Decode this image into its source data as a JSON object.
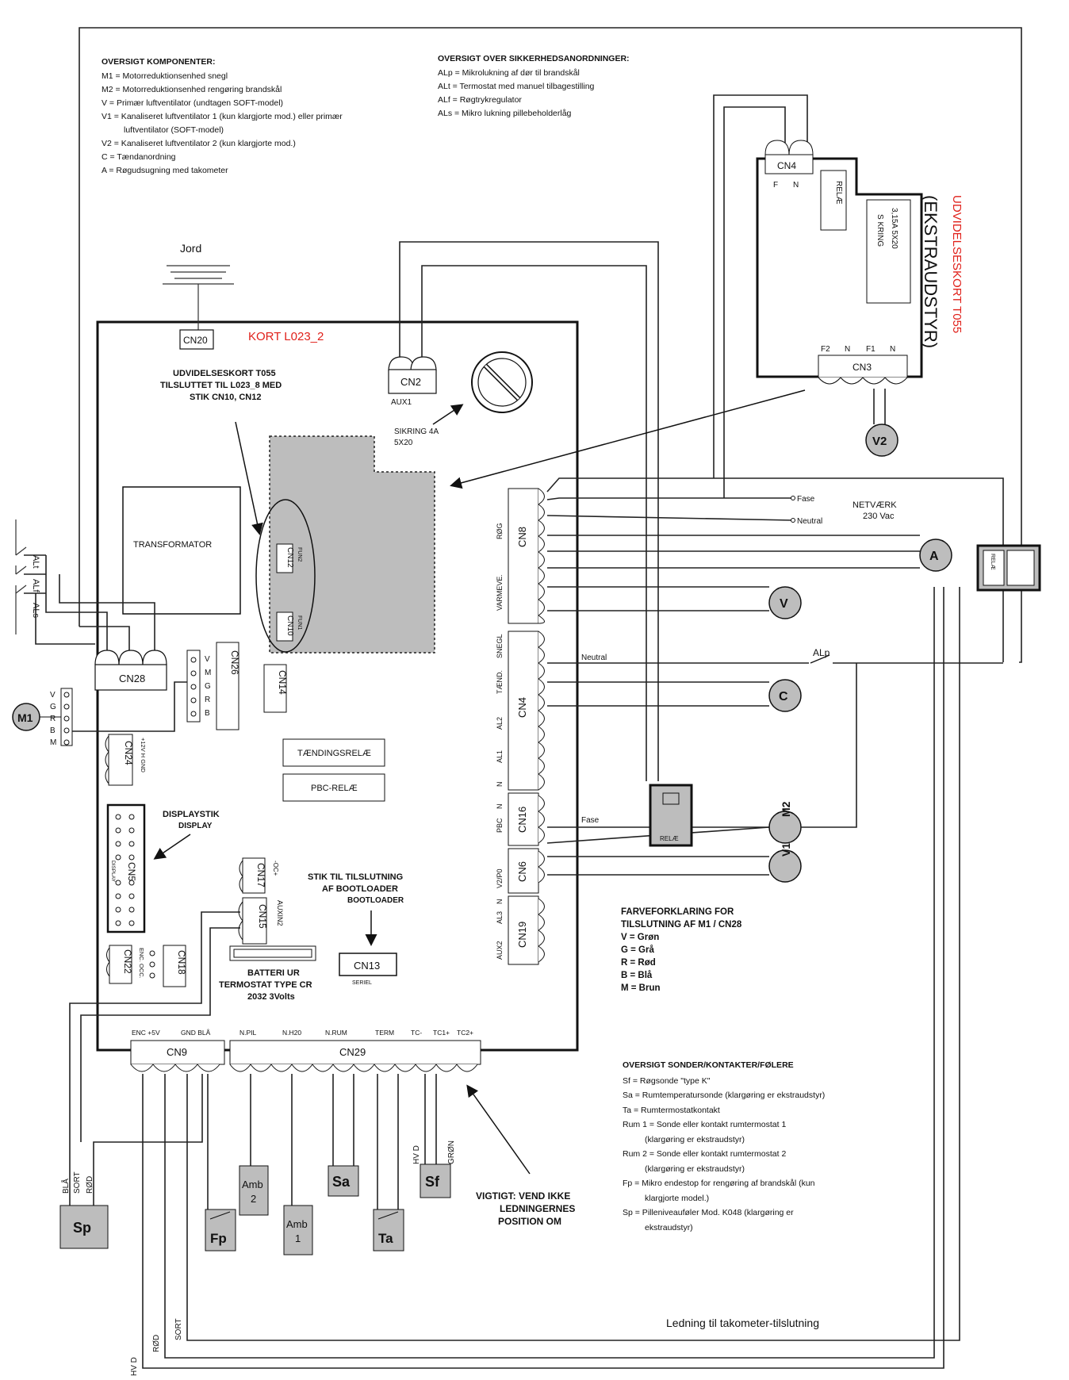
{
  "legend_components": {
    "title": "OVERSIGT KOMPONENTER:",
    "items": [
      "M1 = Motorreduktionsenhed snegl",
      "M2 = Motorreduktionsenhed rengøring brandskål",
      "V = Primær luftventilator (undtagen SOFT-model)",
      "V1 = Kanaliseret luftventilator 1 (kun klargjorte mod.) eller primær",
      "luftventilator (SOFT-model)",
      "V2 = Kanaliseret luftventilator 2 (kun klargjorte mod.)",
      "C = Tændanordning",
      "A = Røgudsugning med takometer"
    ]
  },
  "legend_safety": {
    "title": "OVERSIGT OVER SIKKERHEDSANORDNINGER:",
    "items": [
      "ALp = Mikrolukning af dør til brandskål",
      "ALt = Termostat med manuel tilbagestilling",
      "ALf = Røgtrykregulator",
      "ALs = Mikro lukning pillebeholderlåg"
    ]
  },
  "legend_colors": {
    "title1": "FARVEFORKLARING FOR",
    "title2": "TILSLUTNING AF M1 / CN28",
    "items": [
      "V = Grøn",
      "G = Grå",
      "R = Rød",
      "B = Blå",
      "M = Brun"
    ]
  },
  "legend_probes": {
    "title": "OVERSIGT SONDER/KONTAKTER/FØLERE",
    "items": [
      "Sf = Røgsonde \"type K\"",
      "Sa = Rumtemperatursonde (klargøring er ekstraudstyr)",
      "Ta = Rumtermostatkontakt",
      "Rum 1 = Sonde eller kontakt rumtermostat 1",
      "(klargøring er ekstraudstyr)",
      "Rum 2 = Sonde eller kontakt rumtermostat 2",
      "(klargøring er ekstraudstyr)",
      "Fp = Mikro endestop for rengøring af brandskål (kun",
      "klargjorte model.)",
      "Sp = Pilleniveauføler Mod. K048 (klargøring er",
      "ekstraudstyr)"
    ]
  },
  "board": {
    "title": "KORT L023_2",
    "expansion_note": [
      "UDVIDELSESKORT T055",
      "TILSLUTTET TIL L023_8 MED",
      "STIK CN10, CN12"
    ],
    "transformer": "TRANSFORMATOR",
    "ignition_relay": "TÆNDINGSRELÆ",
    "pbc_relay": "PBC-RELÆ",
    "fuse": [
      "SIKRING 4A",
      "5X20"
    ],
    "display": [
      "DISPLAYSTIK",
      "DISPLAY"
    ],
    "display_side": "DISPLAY",
    "bootloader": [
      "STIK TIL TILSLUTNING",
      "AF BOOTLOADER",
      "BOOTLOADER"
    ],
    "battery": [
      "BATTERI UR",
      "TERMOSTAT TYPE CR",
      "2032 3Volts"
    ],
    "serial": "SERIEL",
    "fun1": "FUN1",
    "fun2": "FUN2"
  },
  "connectors": {
    "cn20": "CN20",
    "cn2": "CN2",
    "aux1": "AUX1",
    "cn28": "CN28",
    "cn26": "CN26",
    "cn14": "CN14",
    "cn24": "CN24",
    "cn24_pins": "+12V H GND",
    "cn5": "CN5",
    "cn17": "CN17",
    "cn17_pins": "-OC+",
    "cn15": "CN15",
    "auxin2": "AUXIN2",
    "cn22": "CN22",
    "enc_occ": "ENC. OCC.",
    "cn18": "CN18",
    "cn13": "CN13",
    "cn12": "CN12",
    "cn10": "CN10",
    "cn9": "CN9",
    "cn29": "CN29",
    "cn8": "CN8",
    "cn4b": "CN4",
    "cn16": "CN16",
    "cn6": "CN6",
    "cn19": "CN19",
    "cn4": "CN4",
    "cn3": "CN3",
    "cn8_pins": [
      "RØG",
      "VARMEVE."
    ],
    "cn4b_pins": [
      "SNEGL",
      "TÆND.",
      "AL2",
      "AL1",
      "N"
    ],
    "cn16_pins": [
      "N",
      "PBC"
    ],
    "cn6_pins": [
      "V2/P0"
    ],
    "cn19_pins": [
      "N",
      "AL3",
      "AUX2"
    ],
    "cn9_labels": [
      "ENC +5V",
      "GND BLÅ"
    ],
    "cn29_labels": [
      "N.PIL",
      "N.H20",
      "N.RUM",
      "TERM",
      "TC-",
      "TC1+",
      "TC2+"
    ],
    "cn26_pins": [
      "V",
      "M",
      "G",
      "R",
      "B"
    ],
    "m1_pins": [
      "V",
      "G",
      "R",
      "B",
      "M"
    ],
    "cn4_pins": [
      "F",
      "N"
    ],
    "cn3_pins": [
      "F2",
      "N",
      "F1",
      "N"
    ]
  },
  "expansion": {
    "title": "UDVIDELSESKORT T055",
    "subtitle": "(EKSTRAUDSTYR)",
    "relay": "RELÆ",
    "fuse": [
      "S KRING",
      "3,15A  5X20"
    ]
  },
  "network": {
    "fase": "Fase",
    "neutral": "Neutral",
    "netvaerk": [
      "NETVÆRK",
      "230 Vac"
    ],
    "neutral_wire": "Neutral",
    "fase_wire": "Fase"
  },
  "components": {
    "m1": "M1",
    "m2": "M2",
    "v": "V",
    "v1": "V1",
    "v2": "V2",
    "a": "A",
    "c": "C",
    "alp": "ALp",
    "alt": "ALt",
    "alf": "ALf",
    "als": "ALs",
    "relay": "RELÆ",
    "jord": "Jord",
    "sp": "Sp",
    "fp": "Fp",
    "ta": "Ta",
    "sa": "Sa",
    "sf": "Sf",
    "amb2": [
      "Amb",
      "2"
    ],
    "amb1": [
      "Amb",
      "1"
    ]
  },
  "wires": {
    "sp_wires": [
      "BLÅ",
      "SORT",
      "RØD"
    ],
    "sf_wires": [
      "HV D",
      "GRØN"
    ],
    "bottom_wires": [
      "HV D",
      "RØD",
      "SORT"
    ],
    "tacho_note": "Ledning til takometer-tilslutning"
  },
  "warning": [
    "VIGTIGT: VEND IKKE",
    "LEDNINGERNES",
    "POSITION OM"
  ]
}
